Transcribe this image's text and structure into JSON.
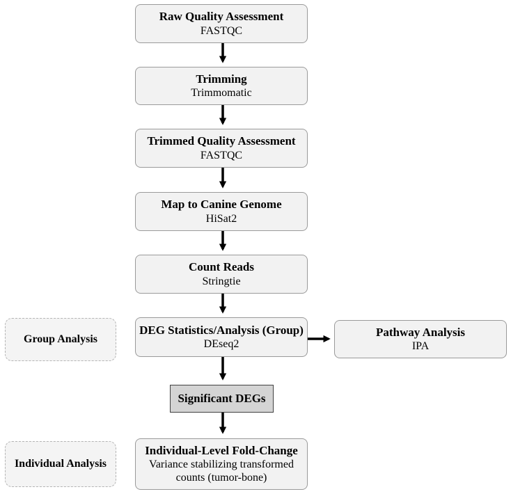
{
  "steps": [
    {
      "title": "Raw Quality Assessment",
      "tool": "FASTQC"
    },
    {
      "title": "Trimming",
      "tool": "Trimmomatic"
    },
    {
      "title": "Trimmed Quality Assessment",
      "tool": "FASTQC"
    },
    {
      "title": "Map to Canine Genome",
      "tool": "HiSat2"
    },
    {
      "title": "Count Reads",
      "tool": "Stringtie"
    },
    {
      "title": "DEG Statistics/Analysis (Group)",
      "tool": "DEseq2"
    }
  ],
  "pathway": {
    "title": "Pathway Analysis",
    "tool": "IPA"
  },
  "significant": "Significant DEGs",
  "individual": {
    "title": "Individual-Level Fold-Change",
    "tool": "Variance stabilizing transformed counts (tumor-bone)"
  },
  "side_labels": {
    "group": "Group Analysis",
    "individual": "Individual Analysis"
  }
}
